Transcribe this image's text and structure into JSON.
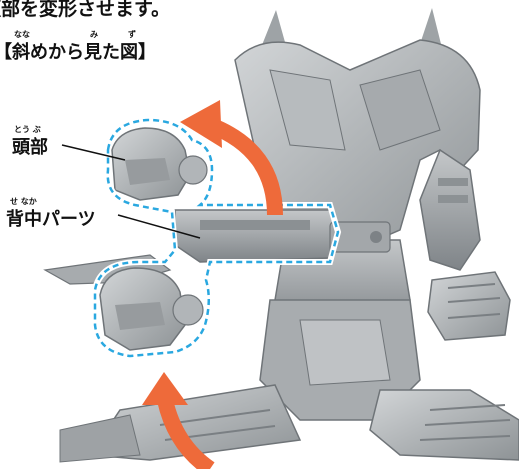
{
  "heading": {
    "line1": "頭部を変形させます。",
    "line2": "【斜めから見た図】",
    "furigana": [
      "なな",
      "み",
      "ず"
    ]
  },
  "labels": {
    "head": "頭部",
    "head_furigana": "とう ぶ",
    "back_parts": "背中パーツ",
    "back_furigana": "せ なか"
  },
  "colors": {
    "arrow": "#ee6a3a",
    "outline_dash": "#2aa8e0",
    "robot": "#a9adb0",
    "robot_dark": "#7d8286",
    "robot_light": "#c9ccce"
  },
  "icons": [
    "rotate-up-arrow",
    "rotate-up-arrow"
  ]
}
